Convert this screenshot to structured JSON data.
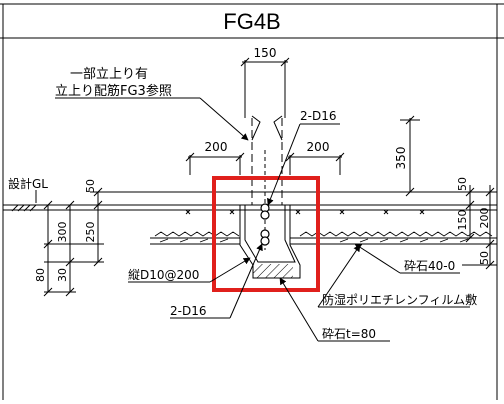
{
  "title": "FG4B",
  "annotations": {
    "partial_rise": "一部立上り有",
    "rise_ref": "立上り配筋FG3参照",
    "top_bars": "2-D16",
    "bottom_bars": "2-D16",
    "vertical_bars": "縦D10@200",
    "gravel_40": "砕石40-0",
    "moisture_film": "防湿ポリエチレンフィルム敷",
    "gravel_t80": "砕石t=80",
    "design_gl": "設計GL"
  },
  "dimensions": {
    "top_width": "150",
    "left_200": "200",
    "right_200": "200",
    "right_350": "350",
    "left_50": "50",
    "left_300": "300",
    "left_250": "250",
    "left_30": "30",
    "left_80": "80",
    "right_50_top": "50",
    "right_150": "150",
    "right_50_bottom": "50"
  },
  "colors": {
    "highlight": "#e0201c",
    "line": "#000000"
  }
}
